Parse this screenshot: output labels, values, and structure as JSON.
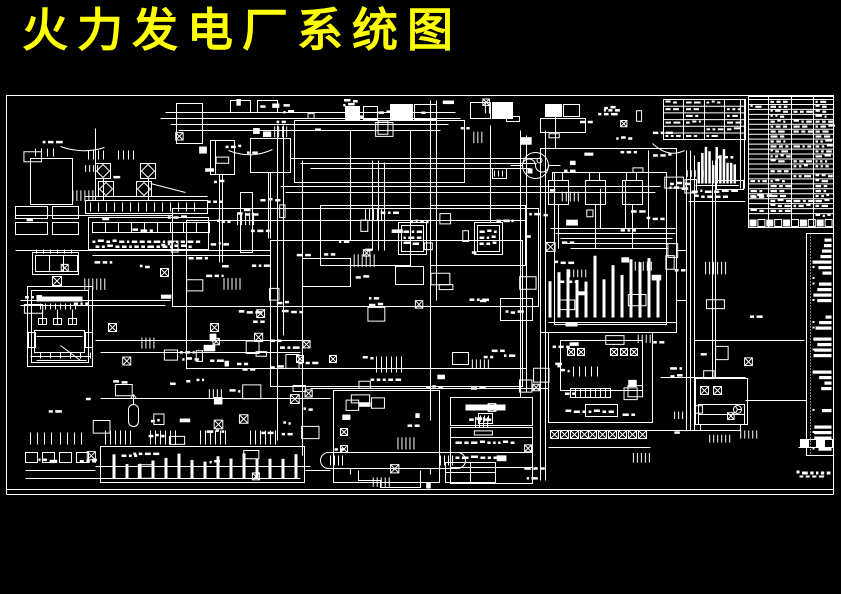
{
  "window": {
    "background_color": "#000000"
  },
  "title": {
    "text": "火力发电厂系统图",
    "color": "#FFFF00"
  },
  "canvas": {
    "line_color": "#FFFFFF",
    "icons": {
      "generator-pump-icon": "circle with S-curve rotor and port marks",
      "valve-icon": "small square with X cross",
      "diamond-box-icon": "square with inscribed diamond",
      "fan-icon": "small circle with radial blades",
      "header-hatch-icon": "row of short vertical ticks",
      "manifold-cells-icon": "row of adjacent small cells"
    }
  }
}
